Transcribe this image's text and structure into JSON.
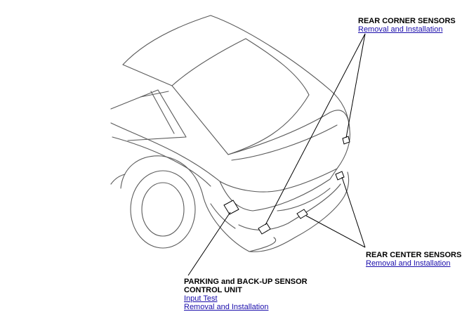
{
  "colors": {
    "outline": "#555555",
    "body_line": "#9a9a9a",
    "leader": "#000000",
    "link": "#1a0dab"
  },
  "callouts": {
    "rear_corner": {
      "title": "REAR CORNER SENSORS",
      "links": [
        "Removal and Installation"
      ]
    },
    "rear_center": {
      "title": "REAR CENTER SENSORS",
      "links": [
        "Removal and Installation"
      ]
    },
    "control_unit": {
      "title_line1": "PARKING and BACK-UP SENSOR",
      "title_line2": "CONTROL UNIT",
      "links": [
        "Input Test",
        "Removal and Installation"
      ]
    }
  }
}
